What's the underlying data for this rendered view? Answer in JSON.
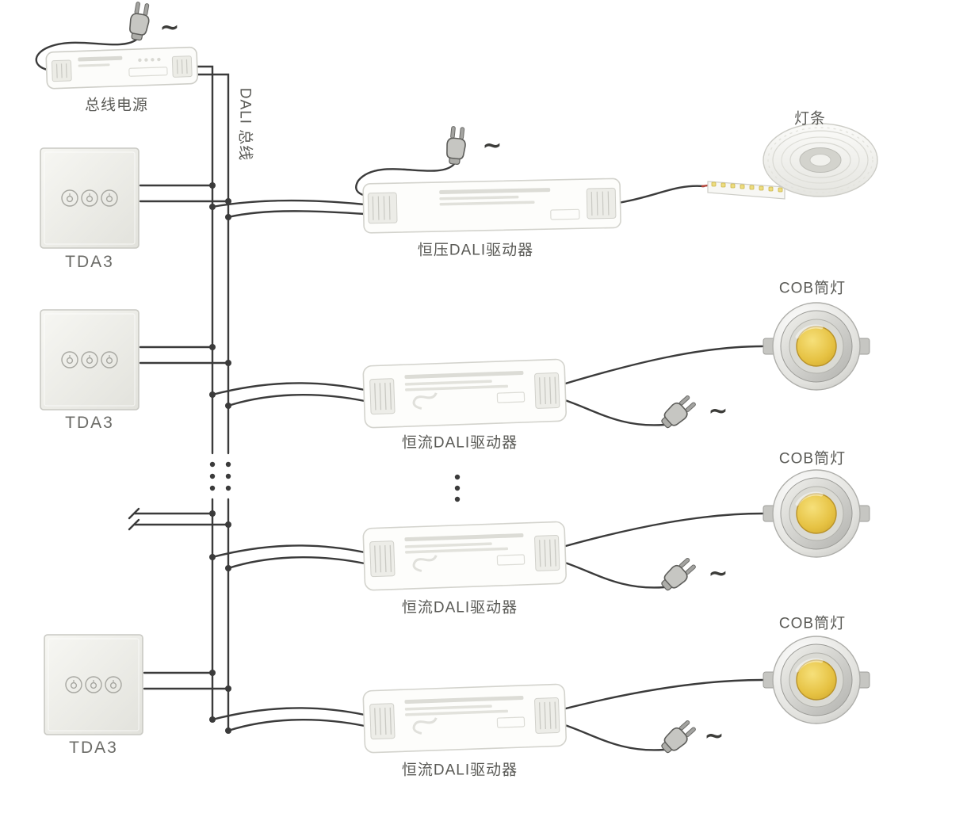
{
  "diagram": {
    "power_supply": {
      "label": "总线电源",
      "ac_symbol": "~"
    },
    "bus": {
      "label": "DALI 总线"
    },
    "panels": [
      {
        "label": "TDA3"
      },
      {
        "label": "TDA3"
      },
      {
        "label": "TDA3"
      }
    ],
    "cv_branch": {
      "driver_label": "恒压DALI驱动器",
      "ac_symbol": "~",
      "load_label": "灯条"
    },
    "cc_branches": [
      {
        "driver_label": "恒流DALI驱动器",
        "ac_symbol": "~",
        "load_label": "COB筒灯"
      },
      {
        "driver_label": "恒流DALI驱动器",
        "ac_symbol": "~",
        "load_label": "COB筒灯"
      },
      {
        "driver_label": "恒流DALI驱动器",
        "ac_symbol": "~",
        "load_label": "COB筒灯"
      }
    ],
    "colors": {
      "wire": "#3b3b3b",
      "label": "#5a5a56",
      "cob_yellow": "#e0b93a",
      "accent_red": "#b4443a"
    }
  }
}
